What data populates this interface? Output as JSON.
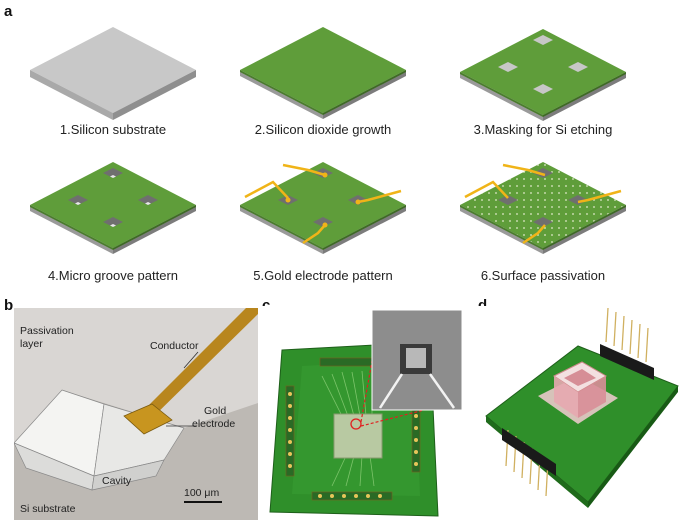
{
  "panels": {
    "a": "a",
    "b": "b",
    "c": "c",
    "d": "d"
  },
  "steps": [
    "1.Silicon substrate",
    "2.Silicon dioxide growth",
    "3.Masking for Si etching",
    "4.Micro groove pattern",
    "5.Gold electrode pattern",
    "6.Surface passivation"
  ],
  "panel_b": {
    "passivation_line1": "Passivation",
    "passivation_line2": "layer",
    "conductor": "Conductor",
    "gold_line1": "Gold",
    "gold_line2": "electrode",
    "cavity": "Cavity",
    "scale": "100 μm",
    "substrate": "Si substrate"
  },
  "colors": {
    "silicon": "#c6c6c6",
    "oxide": "#5f9d3a",
    "gold": "#e6b021",
    "pcb": "#2f8f2a",
    "conductor": "#b8861e"
  }
}
